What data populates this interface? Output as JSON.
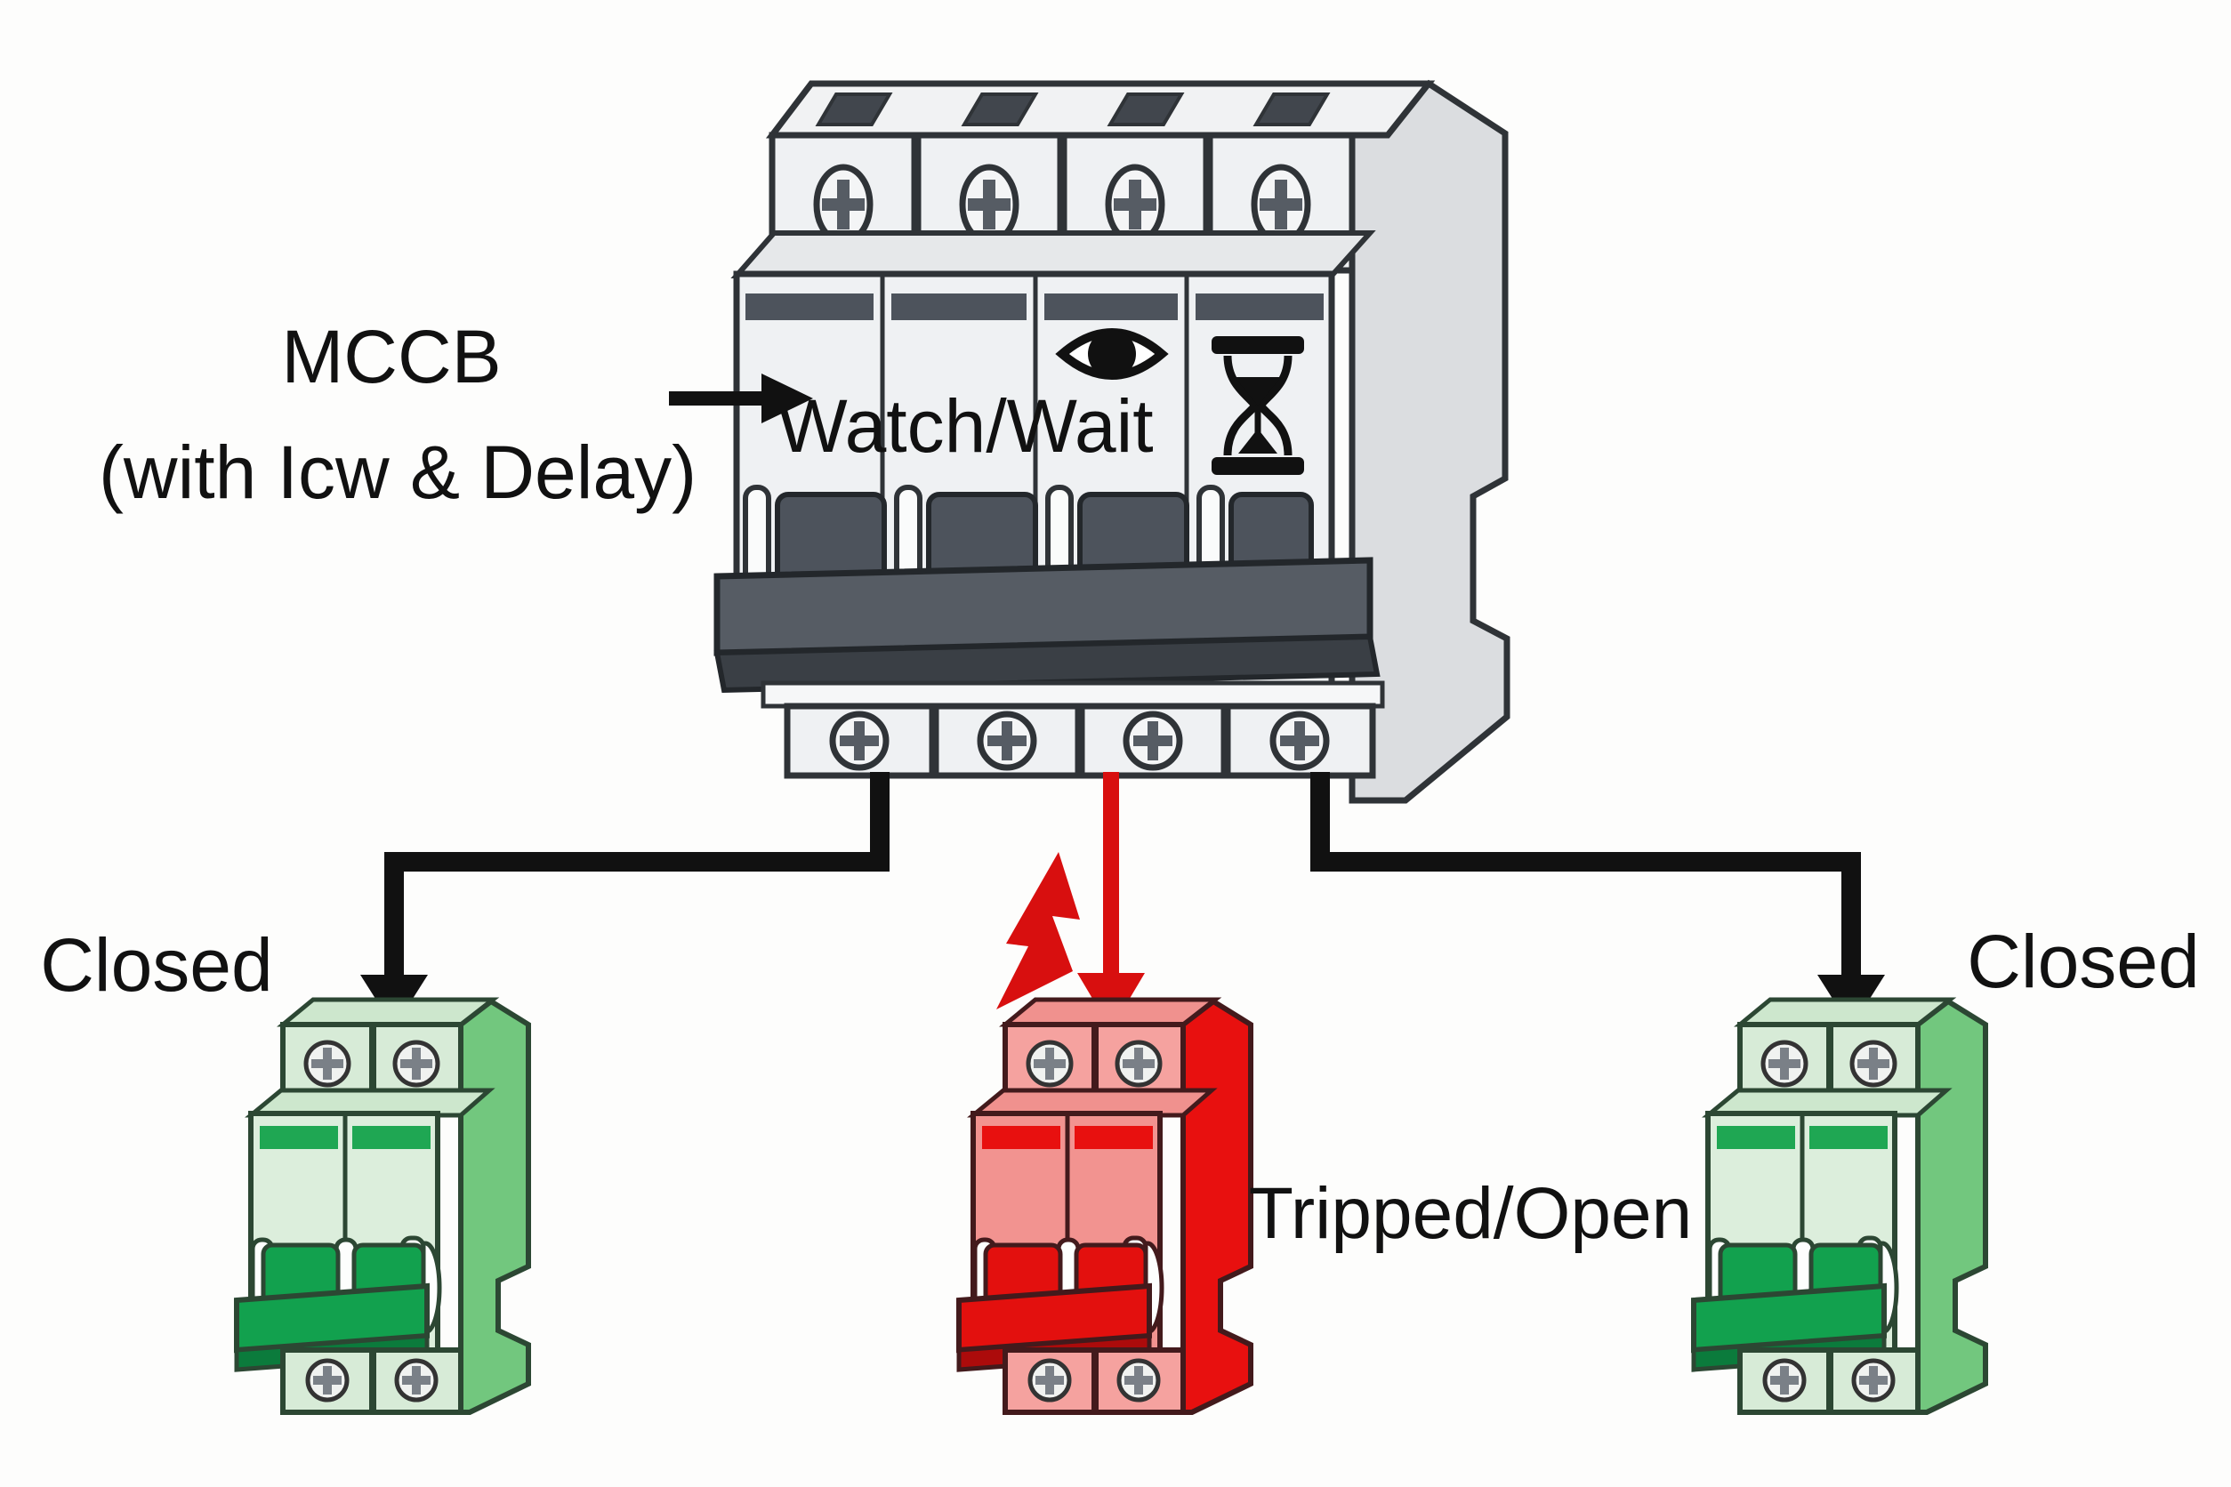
{
  "mccb": {
    "label": "MCCB",
    "sublabel": "(with Icw & Delay)",
    "face_text": "Watch/Wait",
    "poles": 4,
    "icons": {
      "watch": "eye-icon",
      "wait": "hourglass-icon"
    },
    "colors": {
      "body": "#EFF1F3",
      "accent": "#4D535C",
      "outline": "#2F3337"
    }
  },
  "branches": {
    "left": {
      "label": "Closed",
      "state": "closed",
      "breaker_color": "#12A14E",
      "wire_color": "#111111"
    },
    "middle": {
      "label": "Tripped/Open",
      "state": "tripped-open",
      "breaker_color": "#E8100F",
      "label_color": "#BE0712",
      "wire_color": "#D80F0F",
      "fault_icon": "lightning-bolt-icon"
    },
    "right": {
      "label": "Closed",
      "state": "closed",
      "breaker_color": "#12A14E",
      "wire_color": "#111111"
    }
  }
}
